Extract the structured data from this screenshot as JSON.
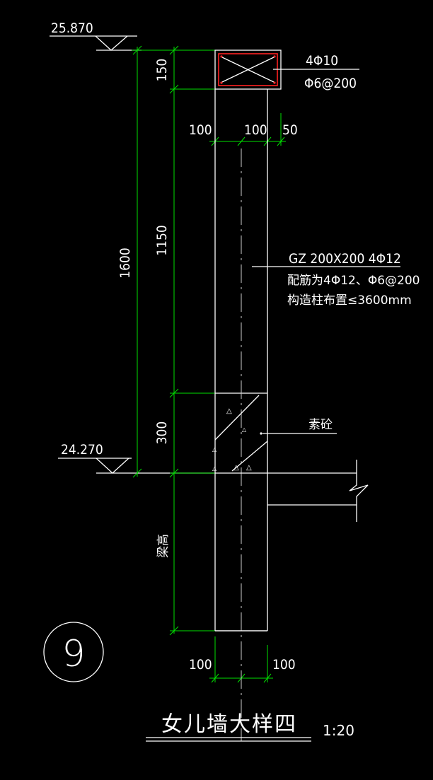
{
  "elevations": {
    "top": "25.870",
    "bottom": "24.270"
  },
  "dims": {
    "d150": "150",
    "d1150": "1150",
    "d1600": "1600",
    "d300": "300",
    "beam_height": "梁高",
    "top_w1": "100",
    "top_w2": "100",
    "top_w3": "50",
    "bot_w1": "100",
    "bot_w2": "100"
  },
  "coping": {
    "line1": "4Φ10",
    "line2": "Φ6@200"
  },
  "column_note": {
    "line1": "GZ 200X200 4Φ12",
    "line2": "配筋为4Φ12、Φ6@200",
    "line3": "构造柱布置≤3600mm"
  },
  "concrete_note": "素砼",
  "detail_number": "9",
  "title": "女儿墙大样四",
  "scale": "1:20",
  "colors": {
    "outline": "#ffffff",
    "dimension": "#00e000",
    "rebar": "#ff2020",
    "background": "#000000"
  }
}
